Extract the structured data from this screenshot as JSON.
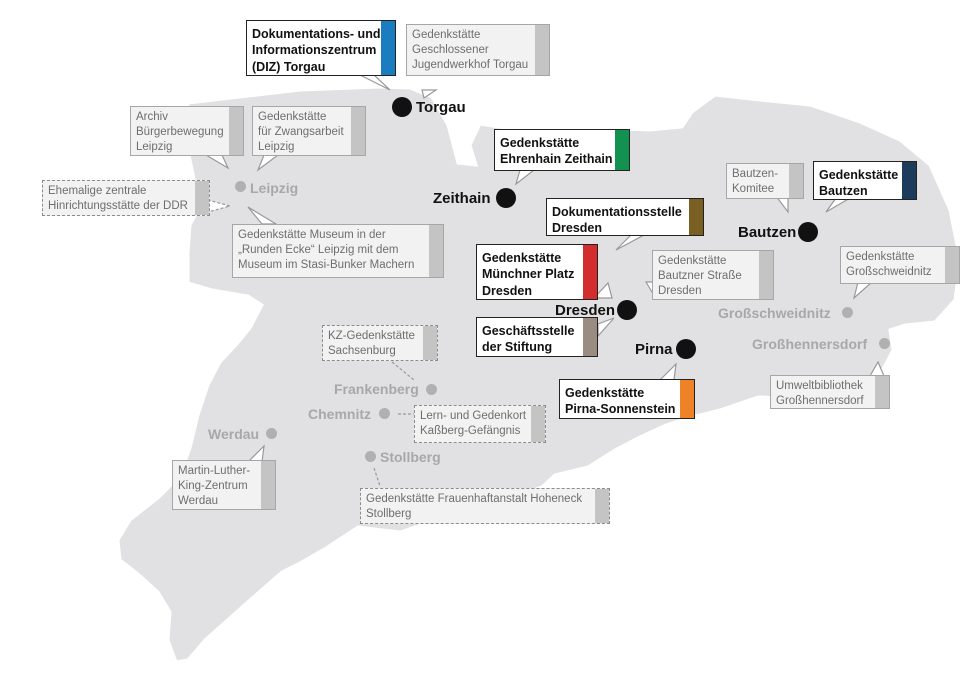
{
  "colors": {
    "region_fill": "#e1e1e3",
    "region_stroke": "#ffffff",
    "tab_grey": "#c4c4c4",
    "tab_diz": "#1b7cc0",
    "tab_zeithain": "#139150",
    "tab_dok": "#7a5f22",
    "tab_muenchner": "#d32d2d",
    "tab_gs": "#9b8c82",
    "tab_bautzen": "#1d3c5c",
    "tab_pirna": "#ee8226"
  },
  "cities": {
    "torgau": "Torgau",
    "leipzig": "Leipzig",
    "zeithain": "Zeithain",
    "bautzen": "Bautzen",
    "dresden": "Dresden",
    "pirna": "Pirna",
    "grossschweidnitz": "Großschweidnitz",
    "grosshennersdorf": "Großhennersdorf",
    "frankenberg": "Frankenberg",
    "chemnitz": "Chemnitz",
    "werdau": "Werdau",
    "stollberg": "Stollberg"
  },
  "memorials": {
    "diz_torgau": [
      "Dokumentations- und",
      "Informationszentrum",
      "(DIZ) Torgau"
    ],
    "jugendwerkhof": [
      "Gedenkstätte",
      "Geschlossener",
      "Jugendwerkhof Torgau"
    ],
    "archiv": [
      "Archiv",
      "Bürgerbewegung",
      "Leipzig"
    ],
    "zwangsarbeit": [
      "Gedenkstätte",
      "für Zwangsarbeit",
      "Leipzig"
    ],
    "hinrichtung": [
      "Ehemalige zentrale",
      "Hinrichtungsstätte der DDR"
    ],
    "runde_ecke": [
      "Gedenkstätte Museum in der",
      "„Runden Ecke“ Leipzig mit dem",
      "Museum im Stasi-Bunker Machern"
    ],
    "zeithain": [
      "Gedenkstätte",
      "Ehrenhain Zeithain"
    ],
    "bautzen_komitee": [
      "Bautzen-",
      "Komitee"
    ],
    "bautzen": [
      "Gedenkstätte",
      "Bautzen"
    ],
    "dok_dresden": [
      "Dokumentationsstelle",
      "Dresden"
    ],
    "muenchner_platz": [
      "Gedenkstätte",
      "Münchner Platz",
      "Dresden"
    ],
    "bautzner_strasse": [
      "Gedenkstätte",
      "Bautzner Straße",
      "Dresden"
    ],
    "grossschweidnitz": [
      "Gedenkstätte",
      "Großschweidnitz"
    ],
    "geschaeftsstelle": [
      "Geschäftsstelle",
      "der Stiftung"
    ],
    "pirna": [
      "Gedenkstätte",
      "Pirna-Sonnenstein"
    ],
    "umweltbibliothek": [
      "Umweltbibliothek",
      "Großhennersdorf"
    ],
    "sachsenburg": [
      "KZ-Gedenkstätte",
      "Sachsenburg"
    ],
    "kassberg": [
      "Lern- und Gedenkort",
      "Kaßberg-Gefängnis"
    ],
    "mlk_werdau": [
      "Martin-Luther-",
      "King-Zentrum",
      "Werdau"
    ],
    "hoheneck": [
      "Gedenkstätte Frauenhaftanstalt Hoheneck",
      "Stollberg"
    ]
  }
}
